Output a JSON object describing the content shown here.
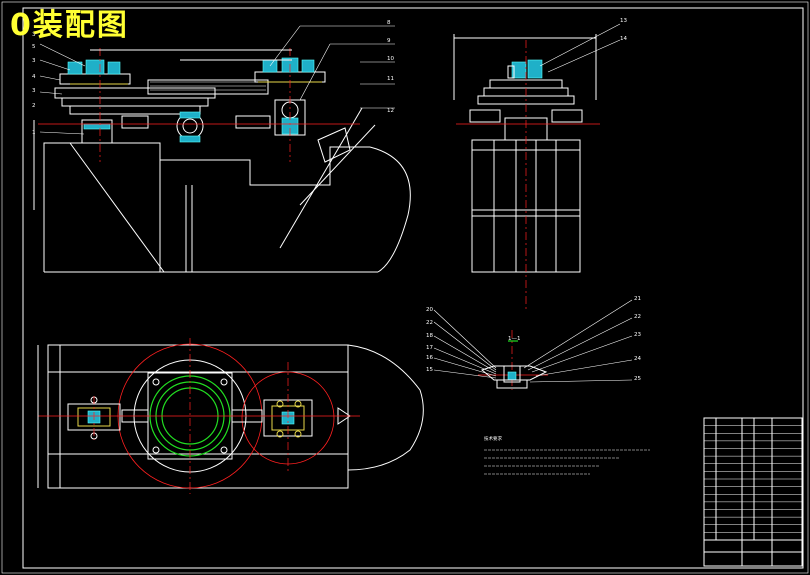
{
  "title": "0装配图",
  "colors": {
    "background": "#000000",
    "outline": "#ffffff",
    "centerline": "#ff2020",
    "title": "#ffff33",
    "part_cyan": "#22d0e0",
    "bearing_green": "#22dd22"
  },
  "front_view": {
    "part_numbers_left": [
      "3",
      "5",
      "3",
      "4",
      "3",
      "2",
      "1"
    ],
    "part_numbers_right": [
      "8",
      "9",
      "10",
      "11",
      "12"
    ]
  },
  "side_view": {
    "part_numbers": [
      "13",
      "14"
    ]
  },
  "detail_view": {
    "part_numbers_left": [
      "20",
      "22",
      "18",
      "17",
      "16",
      "15"
    ],
    "part_numbers_right": [
      "21",
      "22",
      "23",
      "24",
      "25"
    ],
    "section_label": "1—1"
  },
  "notes": {
    "heading": "技术要求"
  },
  "title_block": {
    "rows": 16
  }
}
